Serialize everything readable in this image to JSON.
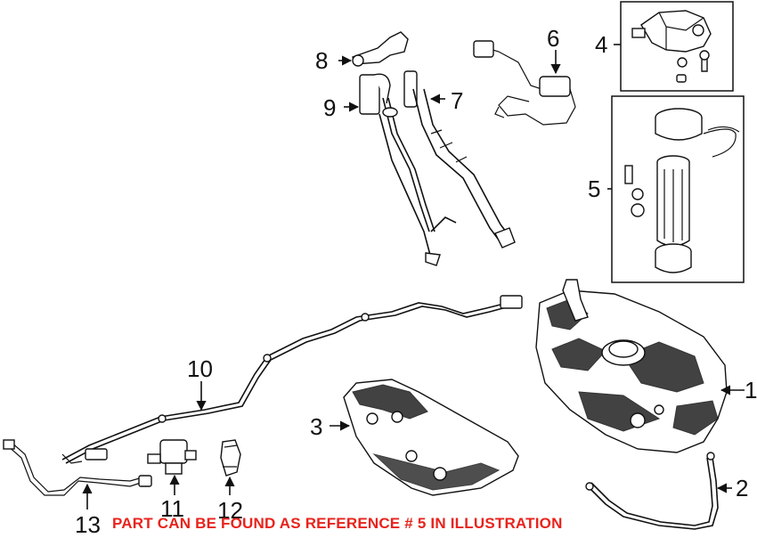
{
  "callouts": {
    "c1": "1",
    "c2": "2",
    "c3": "3",
    "c4": "4",
    "c5": "5",
    "c6": "6",
    "c7": "7",
    "c8": "8",
    "c9": "9",
    "c10": "10",
    "c11": "11",
    "c12": "12",
    "c13": "13"
  },
  "notice": "PART CAN BE FOUND AS REFERENCE # 5 IN ILLUSTRATION",
  "colors": {
    "notice": "#e8231c",
    "line": "#111111",
    "background": "#ffffff"
  }
}
